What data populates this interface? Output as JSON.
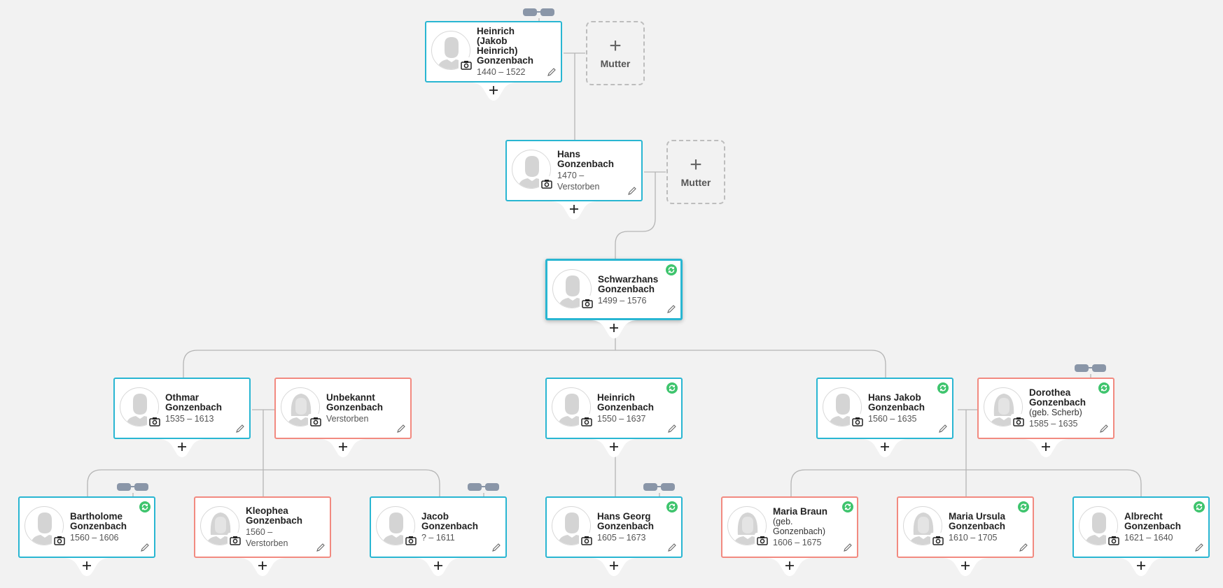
{
  "people": {
    "p0": {
      "name": "Heinrich (Jakob Heinrich) Gonzenbach",
      "dates": "1440 – 1522"
    },
    "p1": {
      "name": "Hans Gonzenbach",
      "dates": "1470 – Verstorben"
    },
    "p2": {
      "name": "Schwarzhans Gonzenbach",
      "dates": "1499 – 1576"
    },
    "p3": {
      "name": "Othmar Gonzenbach",
      "dates": "1535 – 1613"
    },
    "p4": {
      "name": "Unbekannt Gonzenbach",
      "dates": "Verstorben"
    },
    "p5": {
      "name": "Heinrich Gonzenbach",
      "dates": "1550 – 1637"
    },
    "p6": {
      "name": "Hans Jakob Gonzenbach",
      "dates": "1560 – 1635"
    },
    "p7": {
      "name": "Dorothea Gonzenbach",
      "maiden": "(geb. Scherb)",
      "dates": "1585 – 1635"
    },
    "p8": {
      "name": "Bartholome Gonzenbach",
      "dates": "1560 – 1606"
    },
    "p9": {
      "name": "Kleophea Gonzenbach",
      "dates": "1560 – Verstorben"
    },
    "p10": {
      "name": "Jacob Gonzenbach",
      "dates": "? – 1611"
    },
    "p11": {
      "name": "Hans Georg Gonzenbach",
      "dates": "1605 – 1673"
    },
    "p12": {
      "name": "Maria Braun",
      "maiden": "(geb. Gonzenbach)",
      "dates": "1606 – 1675"
    },
    "p13": {
      "name": "Maria Ursula Gonzenbach",
      "dates": "1610 – 1705"
    },
    "p14": {
      "name": "Albrecht Gonzenbach",
      "dates": "1621 – 1640"
    }
  },
  "placeholders": {
    "mother_label": "Mutter",
    "plus_symbol": "+"
  },
  "colors": {
    "male_border": "#29b6d2",
    "female_border": "#f28a80",
    "sync_badge": "#3ec46d",
    "background": "#f2f2f2"
  },
  "icons": {
    "avatar_male": "male-silhouette-icon",
    "avatar_female": "female-silhouette-icon",
    "camera": "camera-icon",
    "edit": "pencil-icon",
    "sync": "sync-icon",
    "marriage": "rings-icon",
    "add": "plus-icon"
  }
}
